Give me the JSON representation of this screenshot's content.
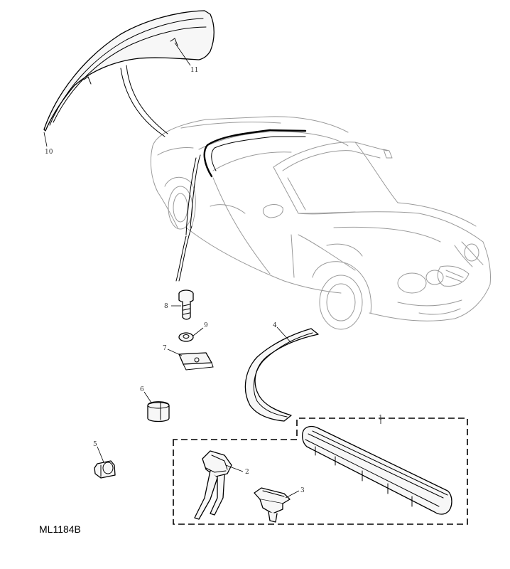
{
  "diagram": {
    "drawing_code": "ML1184B",
    "callouts": {
      "c1": "1",
      "c2": "2",
      "c3": "3",
      "c4": "4",
      "c5": "5",
      "c6": "6",
      "c7": "7",
      "c8": "8",
      "c9": "9",
      "c10": "10",
      "c11": "11"
    }
  }
}
